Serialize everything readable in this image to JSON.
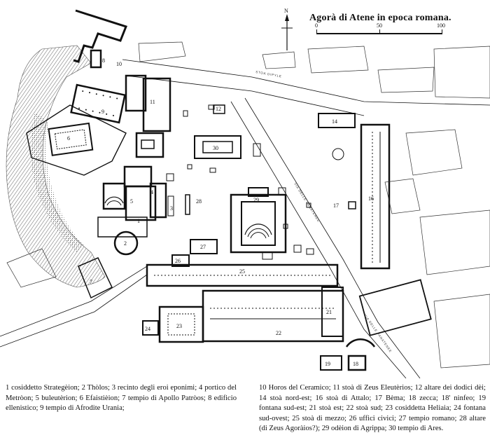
{
  "title": "Agorà di Atene in epoca romana.",
  "north_label": "N",
  "scale": {
    "labels": [
      "0",
      "50",
      "100"
    ]
  },
  "street_labels": {
    "road_top": "STOA DIPYLE",
    "road_diag": "VIA DELLE PANATENEE",
    "road_middle": "VIA DELLE PANATENEE"
  },
  "map_numbers": [
    "1",
    "2",
    "3",
    "4",
    "5",
    "6",
    "7",
    "8",
    "9",
    "10",
    "11",
    "12",
    "14",
    "16",
    "17",
    "18",
    "19",
    "21",
    "22",
    "23",
    "24",
    "25",
    "26",
    "27",
    "28",
    "29",
    "30"
  ],
  "legend": {
    "left": "1 cosiddetto Strategèion; 2 Thòlos; 3 recinto degli eroi eponimi; 4 portico del Metròon; 5 buleutèrion; 6 Efaistièion; 7 tempio di Apollo Patròos; 8 edificio ellenistico; 9 tempio di Afrodite Urania;",
    "right": "10 Horos del Ceramico; 11 stoà di Zeus Eleutèrios; 12 altare dei dodici dèi; 14 stoà nord-est; 16 stoà di Attalo; 17 Bèma; 18 zecca; 18' ninfeo; 19 fontana sud-est; 21 stoà est; 22 stoà sud; 23 cosiddetta Heliaia; 24 fontana sud-ovest; 25 stoà di mezzo; 26 uffici civici; 27 tempio romano; 28 altare (di Zeus Agoràios?); 29 odèion di Agrippa; 30 tempio di Ares."
  },
  "colors": {
    "ink": "#111111",
    "hatch": "#6a6a6a",
    "paper": "#ffffff"
  }
}
